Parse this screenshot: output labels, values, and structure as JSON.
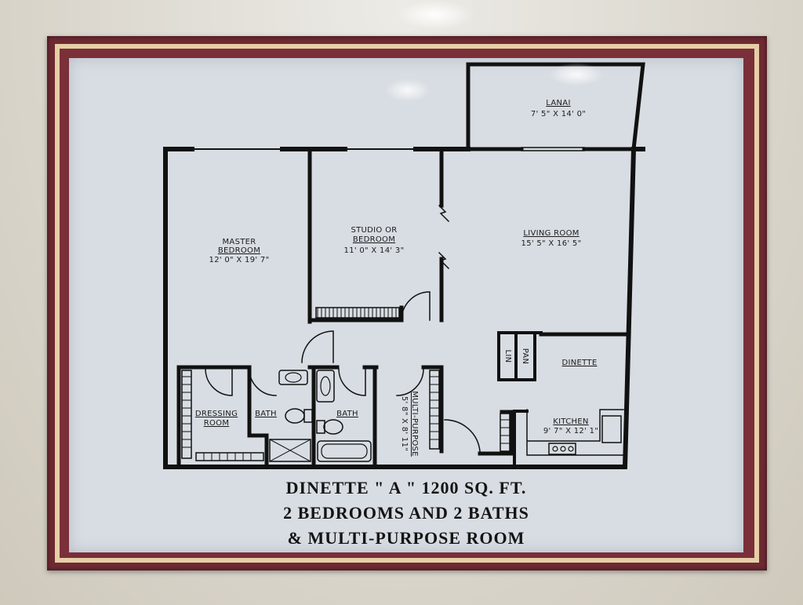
{
  "rooms": {
    "lanai": {
      "name": "LANAI",
      "size": "7' 5\" X 14' 0\""
    },
    "master": {
      "name1": "MASTER",
      "name2": "BEDROOM",
      "size": "12' 0\" X 19' 7\""
    },
    "studio": {
      "name1": "STUDIO OR",
      "name2": "BEDROOM",
      "size": "11' 0\" X 14' 3\""
    },
    "living": {
      "name": "LIVING ROOM",
      "size": "15' 5\" X 16' 5\""
    },
    "dinette": {
      "name": "DINETTE"
    },
    "kitchen": {
      "name": "KITCHEN",
      "size": "9' 7\" X 12' 1\""
    },
    "dressing": {
      "name1": "DRESSING",
      "name2": "ROOM"
    },
    "bath1": {
      "name": "BATH"
    },
    "bath2": {
      "name": "BATH"
    },
    "multi": {
      "name": "MULTI-PURPOSE",
      "size": "5' 8\" X 8' 11\""
    },
    "lin": {
      "name": "LIN"
    },
    "pan": {
      "name": "PAN"
    }
  },
  "caption": {
    "line1": "DINETTE \" A \" 1200 SQ. FT.",
    "line2": "2 BEDROOMS AND 2 BATHS",
    "line3": "& MULTI-PURPOSE ROOM"
  }
}
